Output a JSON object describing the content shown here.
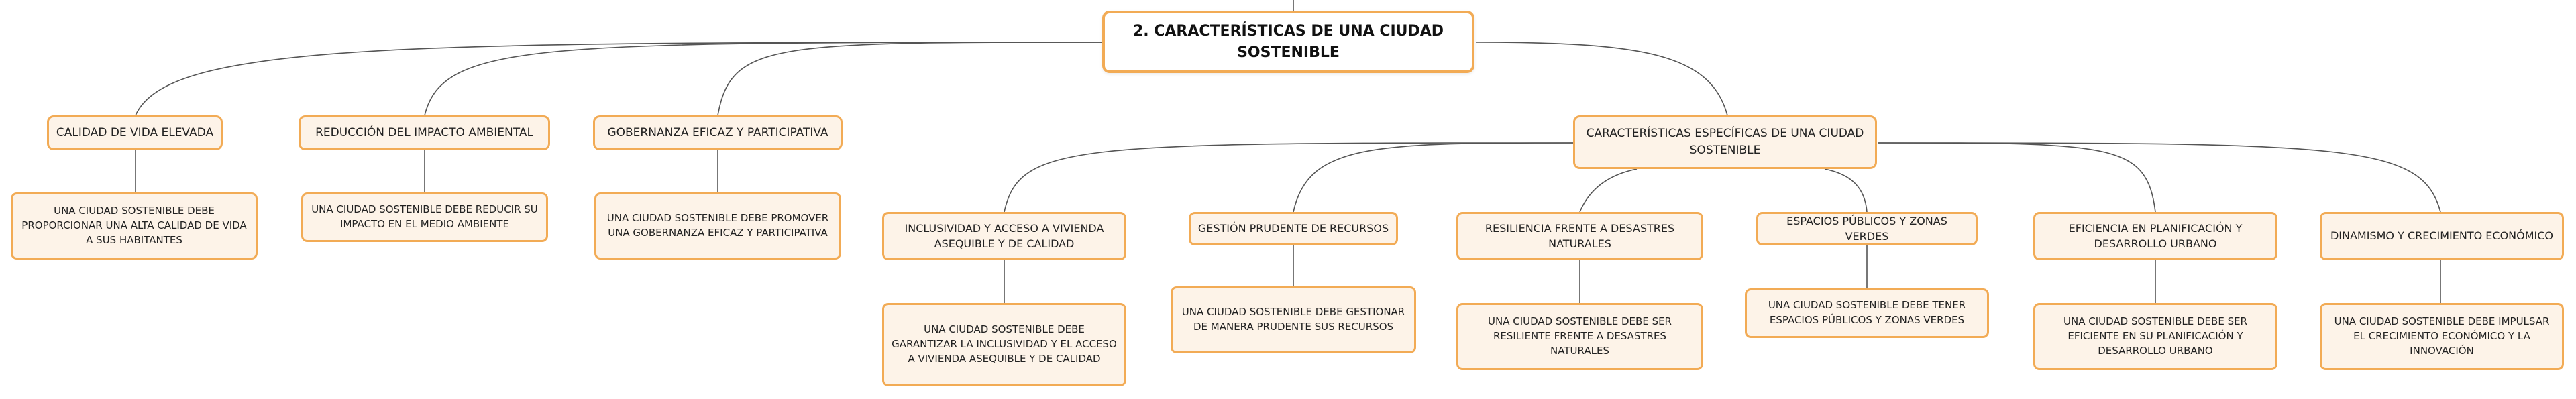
{
  "root": {
    "title": "2. CARACTERÍSTICAS DE UNA CIUDAD SOSTENIBLE"
  },
  "colors": {
    "border": "#f2ab55",
    "node_fill": "#fdf3e8",
    "connector": "#555555"
  },
  "branches": [
    {
      "label": "CALIDAD DE VIDA ELEVADA",
      "detail": "UNA CIUDAD SOSTENIBLE DEBE PROPORCIONAR UNA ALTA CALIDAD DE VIDA A SUS HABITANTES"
    },
    {
      "label": "REDUCCIÓN DEL IMPACTO AMBIENTAL",
      "detail": "UNA CIUDAD SOSTENIBLE DEBE REDUCIR SU IMPACTO EN EL MEDIO AMBIENTE"
    },
    {
      "label": "GOBERNANZA EFICAZ Y PARTICIPATIVA",
      "detail": "UNA CIUDAD SOSTENIBLE DEBE PROMOVER UNA GOBERNANZA EFICAZ Y PARTICIPATIVA"
    },
    {
      "label": "CARACTERÍSTICAS ESPECÍFICAS DE UNA CIUDAD SOSTENIBLE",
      "children": [
        {
          "label": "INCLUSIVIDAD Y ACCESO A VIVIENDA ASEQUIBLE Y DE CALIDAD",
          "detail": "UNA CIUDAD SOSTENIBLE DEBE GARANTIZAR LA INCLUSIVIDAD Y EL ACCESO A VIVIENDA ASEQUIBLE Y DE CALIDAD"
        },
        {
          "label": "GESTIÓN PRUDENTE DE RECURSOS",
          "detail": "UNA CIUDAD SOSTENIBLE DEBE GESTIONAR DE MANERA PRUDENTE SUS RECURSOS"
        },
        {
          "label": "RESILIENCIA FRENTE A DESASTRES NATURALES",
          "detail": "UNA CIUDAD SOSTENIBLE DEBE SER RESILIENTE FRENTE A DESASTRES NATURALES"
        },
        {
          "label": "ESPACIOS PÚBLICOS Y ZONAS VERDES",
          "detail": "UNA CIUDAD SOSTENIBLE DEBE TENER ESPACIOS PÚBLICOS Y ZONAS VERDES"
        },
        {
          "label": "EFICIENCIA EN PLANIFICACIÓN Y DESARROLLO URBANO",
          "detail": "UNA CIUDAD SOSTENIBLE DEBE SER EFICIENTE EN SU PLANIFICACIÓN Y DESARROLLO URBANO"
        },
        {
          "label": "DINAMISMO Y CRECIMIENTO ECONÓMICO",
          "detail": "UNA CIUDAD SOSTENIBLE DEBE IMPULSAR EL CRECIMIENTO ECONÓMICO Y LA INNOVACIÓN"
        }
      ]
    }
  ]
}
